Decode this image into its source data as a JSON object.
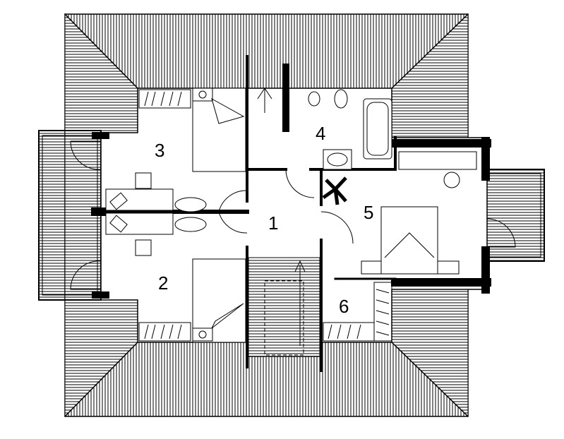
{
  "plan": {
    "rooms": [
      {
        "id": "room-1",
        "label": "1"
      },
      {
        "id": "room-2",
        "label": "2"
      },
      {
        "id": "room-3",
        "label": "3"
      },
      {
        "id": "room-4",
        "label": "4"
      },
      {
        "id": "room-5",
        "label": "5"
      },
      {
        "id": "room-6",
        "label": "6"
      }
    ]
  },
  "colors": {
    "line": "#000000",
    "background": "#ffffff"
  }
}
